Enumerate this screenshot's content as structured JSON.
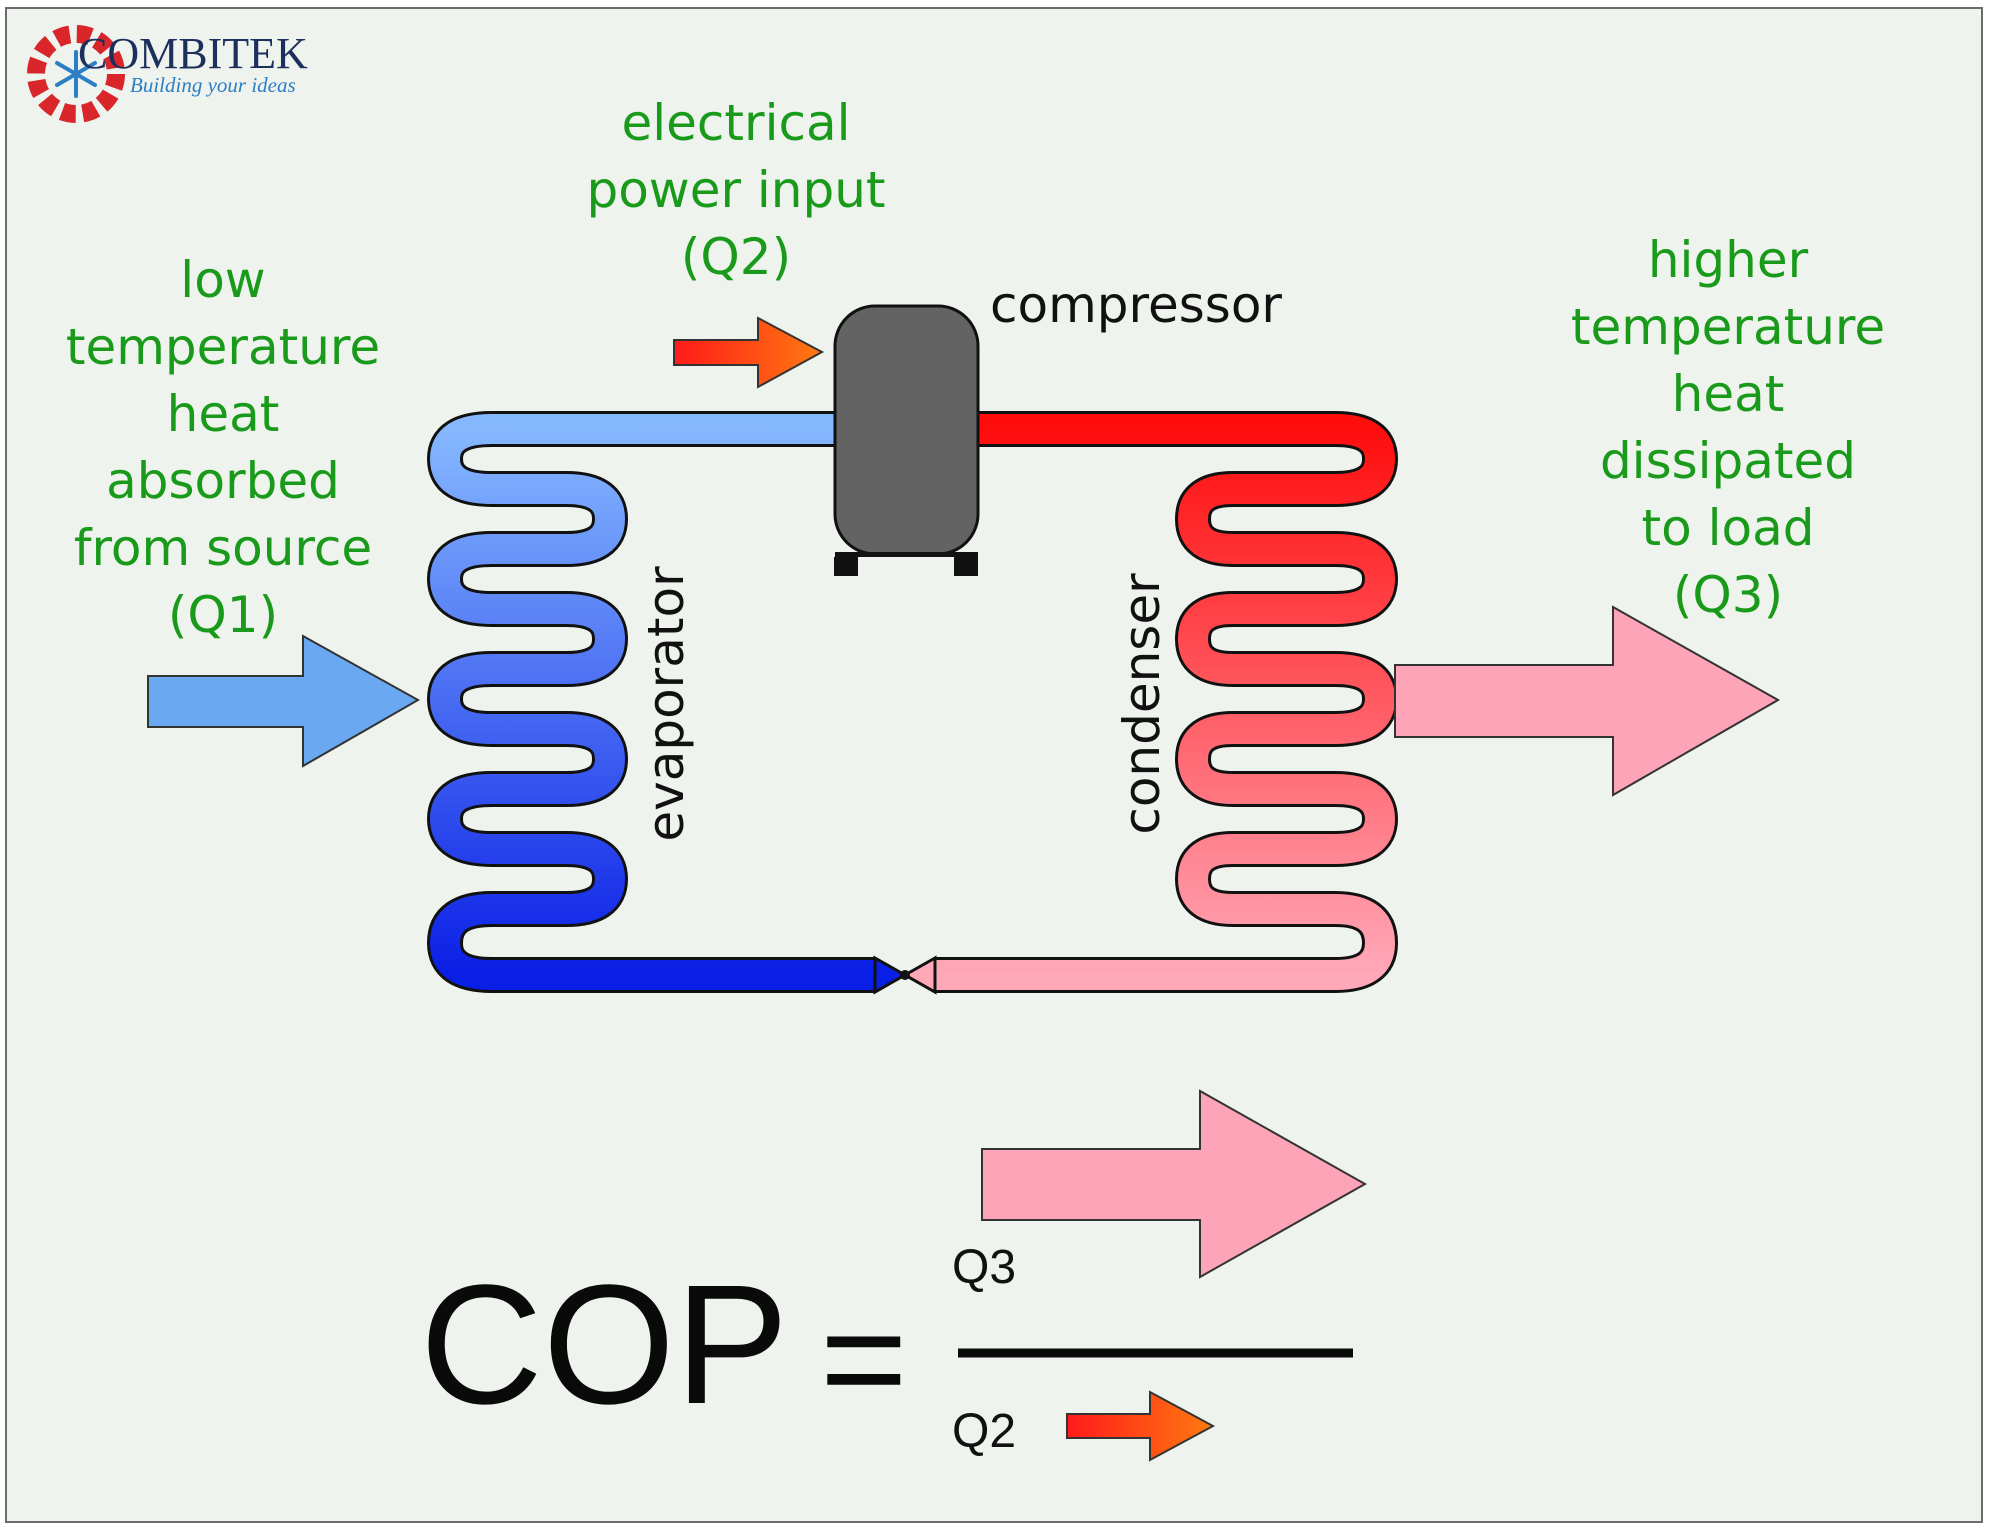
{
  "logo": {
    "name": "COMBITEK",
    "tagline": "Building your ideas"
  },
  "labels": {
    "electrical_input": [
      "electrical",
      "power input",
      "(Q2)"
    ],
    "low_temp_heat": [
      "low",
      "temperature",
      "heat",
      "absorbed",
      "from source",
      "(Q1)"
    ],
    "high_temp_heat": [
      "higher",
      "temperature",
      "heat",
      "dissipated",
      "to load",
      "(Q3)"
    ],
    "compressor": "compressor",
    "evaporator": "evaporator",
    "condenser": "condenser"
  },
  "formula": {
    "lhs": "COP",
    "equals": "=",
    "numerator": "Q3",
    "denominator": "Q2"
  },
  "colors": {
    "label_green": "#1a9a1a",
    "cold_start": "#7fb0ff",
    "cold_end": "#0a1fe6",
    "hot_start": "#ff1010",
    "hot_end": "#ffa6b5",
    "heat_arrow_in": "#6aa8f2",
    "heat_arrow_out": "#fda4b8",
    "compressor": "#636363"
  },
  "icons": {
    "logo_mark": "gear-snowflake-icon"
  }
}
